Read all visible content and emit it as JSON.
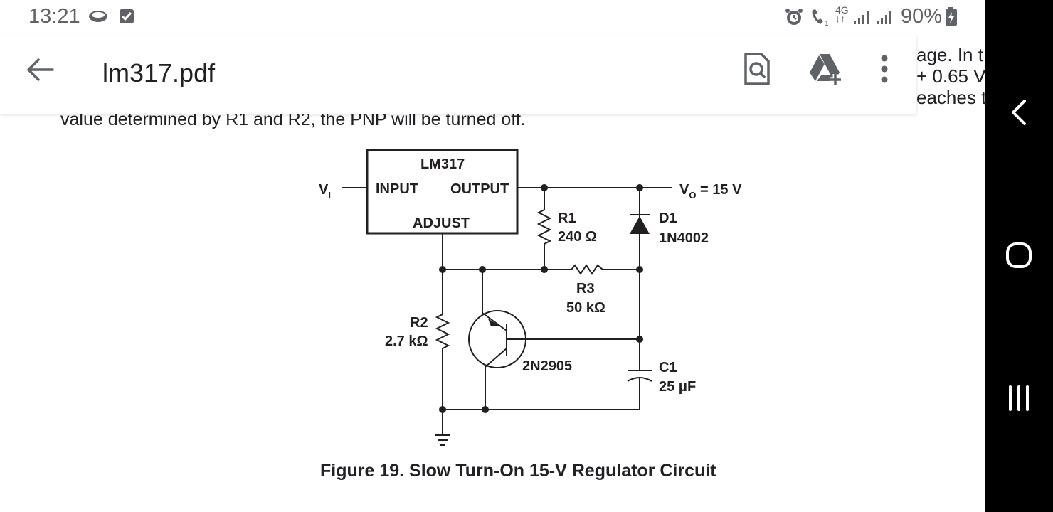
{
  "status_bar": {
    "time": "13:21",
    "network": "4G",
    "battery": "90%"
  },
  "app_bar": {
    "title": "lm317.pdf"
  },
  "document": {
    "side_fragment": [
      "age. In t",
      "+ 0.65 V",
      "eaches t"
    ],
    "text_line": "value determined by R1 and R2, the PNP will be turned off.",
    "circuit": {
      "ic_label": "LM317",
      "pin_input": "INPUT",
      "pin_output": "OUTPUT",
      "pin_adjust": "ADJUST",
      "vin_label": "V",
      "vin_sub": "I",
      "vout_label": "V",
      "vout_sub": "O",
      "vout_value": " = 15 V",
      "r1_name": "R1",
      "r1_value": "240 Ω",
      "d1_name": "D1",
      "d1_value": "1N4002",
      "r3_name": "R3",
      "r3_value": "50 kΩ",
      "r2_name": "R2",
      "r2_value": "2.7 kΩ",
      "q_name": "2N2905",
      "c1_name": "C1",
      "c1_value": "25 μF"
    },
    "caption": "Figure 19.  Slow Turn-On 15-V Regulator Circuit"
  }
}
